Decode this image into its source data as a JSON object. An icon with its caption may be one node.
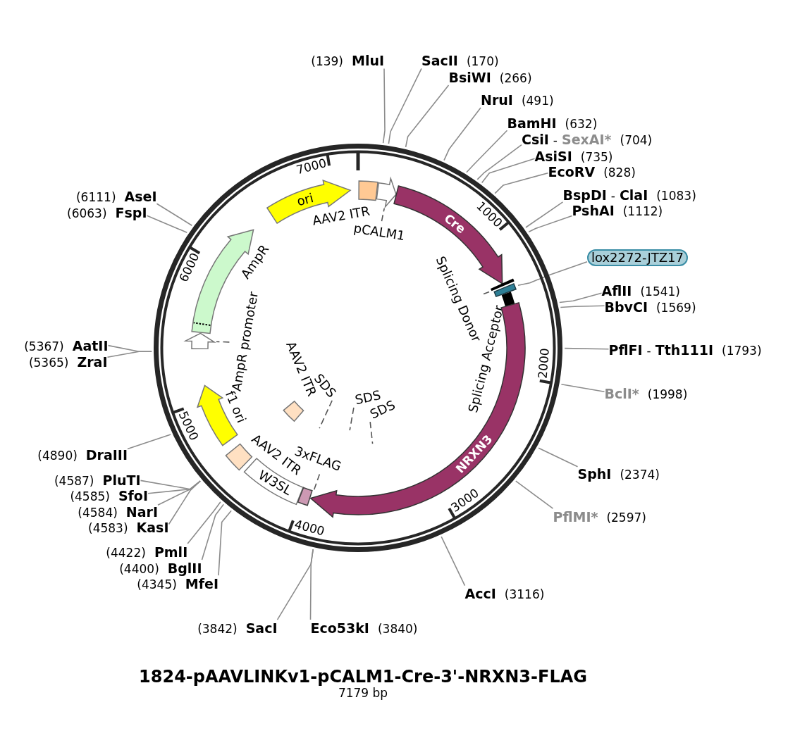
{
  "diagram": {
    "title": "1824-pAAVLINKv1-pCALM1-Cre-3'-NRXN3-FLAG",
    "caption": "7179 bp",
    "nodes": [
      {
        "text": [
          "(139)",
          "MluI"
        ]
      },
      {
        "text": [
          "SacII",
          "(170)"
        ]
      },
      {
        "text": [
          "BsiWI",
          "(266)"
        ]
      },
      {
        "text": [
          "NruI",
          "(491)"
        ]
      },
      {
        "text": [
          "BamHI",
          "(632)"
        ]
      },
      {
        "text": [
          "CsiI",
          "-",
          "SexAI*",
          "(704)"
        ]
      },
      {
        "text": [
          "AsiSI",
          "(735)"
        ]
      },
      {
        "text": [
          "EcoRV",
          "(828)"
        ]
      },
      {
        "text": [
          "BspDI",
          "-",
          "ClaI",
          "(1083)"
        ]
      },
      {
        "text": [
          "PshAI",
          "(1112)"
        ]
      },
      {
        "text": [
          "(6111)",
          "AseI"
        ]
      },
      {
        "text": [
          "(6063)",
          "FspI"
        ]
      },
      {
        "text": [
          "lox2272-JTZ17"
        ]
      },
      {
        "text": [
          "AflII",
          "(1541)"
        ]
      },
      {
        "text": [
          "BbvCI",
          "(1569)"
        ]
      },
      {
        "text": [
          "(5367)",
          "AatII"
        ]
      },
      {
        "text": [
          "PflFI",
          "-",
          "Tth111I",
          "(1793)"
        ]
      },
      {
        "text": [
          "(5365)",
          "ZraI"
        ]
      },
      {
        "text": [
          "BclI*",
          "(1998)"
        ]
      },
      {
        "text": [
          "(4890)",
          "DraIII"
        ]
      },
      {
        "text": [
          "SphI",
          "(2374)"
        ]
      },
      {
        "text": [
          "(4587)",
          "PluTI"
        ]
      },
      {
        "text": [
          "(4585)",
          "SfoI"
        ]
      },
      {
        "text": [
          "(4584)",
          "NarI"
        ]
      },
      {
        "text": [
          "PflMI*",
          "(2597)"
        ]
      },
      {
        "text": [
          "(4583)",
          "KasI"
        ]
      },
      {
        "text": [
          "(4422)",
          "PmlI"
        ]
      },
      {
        "text": [
          "(4400)",
          "BglII"
        ]
      },
      {
        "text": [
          "(4345)",
          "MfeI"
        ]
      },
      {
        "text": [
          "AccI",
          "(3116)"
        ]
      },
      {
        "text": [
          "(3842)",
          "SacI"
        ]
      },
      {
        "text": [
          "Eco53kI",
          "(3840)"
        ]
      },
      {
        "text": [
          "ori"
        ]
      },
      {
        "text": [
          "AAV2 ITR"
        ]
      },
      {
        "text": [],
        "shape": "arrow"
      },
      {
        "text": [
          "pCALM1"
        ]
      },
      {
        "text": [
          "Cre"
        ]
      },
      {
        "text": [
          "AmpR"
        ]
      },
      {
        "text": [],
        "shape": "bar"
      },
      {
        "text": [],
        "shape": "box"
      },
      {
        "text": [
          "Splicing Donor"
        ]
      },
      {
        "text": [],
        "shape": "bar",
        "beside": [
          "Splicing Acceptor"
        ]
      },
      {
        "text": [],
        "shape": "arrow"
      },
      {
        "text": [
          "AmpR promoter"
        ]
      },
      {
        "text": [
          "AAV2 ITR"
        ]
      },
      {
        "text": [
          "SDS"
        ]
      },
      {
        "text": [
          "SDS"
        ]
      },
      {
        "text": [
          "SDS"
        ]
      },
      {
        "text": [
          "f1 ori"
        ]
      },
      {
        "text": [
          "AAV2 ITR"
        ]
      },
      {
        "text": [
          "NRXN3"
        ]
      },
      {
        "text": [
          "W3SL"
        ]
      },
      {
        "text": [
          "3xFLAG"
        ]
      },
      {
        "text": [],
        "shape": "box"
      }
    ],
    "edges": [
      {
        "from": 0,
        "to": null,
        "arrow": "none"
      },
      {
        "from": 1,
        "to": null,
        "arrow": "none"
      },
      {
        "from": 2,
        "to": null,
        "arrow": "none"
      },
      {
        "from": 3,
        "to": null,
        "arrow": "none"
      },
      {
        "from": 4,
        "to": null,
        "arrow": "none"
      },
      {
        "from": 5,
        "to": null,
        "arrow": "none"
      },
      {
        "from": 6,
        "to": null,
        "arrow": "none"
      },
      {
        "from": 7,
        "to": null,
        "arrow": "none"
      },
      {
        "from": 8,
        "to": null,
        "arrow": "none"
      },
      {
        "from": 9,
        "to": null,
        "arrow": "none"
      },
      {
        "from": 10,
        "to": null,
        "arrow": "none"
      },
      {
        "from": 11,
        "to": null,
        "arrow": "none"
      },
      {
        "from": 12,
        "to": 39,
        "arrow": "none"
      },
      {
        "from": 13,
        "to": null,
        "arrow": "none"
      },
      {
        "from": 14,
        "to": null,
        "arrow": "none"
      },
      {
        "from": 15,
        "to": null,
        "arrow": "none"
      },
      {
        "from": 16,
        "to": null,
        "arrow": "none"
      },
      {
        "from": 17,
        "to": null,
        "arrow": "none"
      },
      {
        "from": 18,
        "to": null,
        "arrow": "none"
      },
      {
        "from": 19,
        "to": null,
        "arrow": "none"
      },
      {
        "from": 20,
        "to": null,
        "arrow": "none"
      },
      {
        "from": 21,
        "to": null,
        "arrow": "none"
      },
      {
        "from": 22,
        "to": null,
        "arrow": "none"
      },
      {
        "from": 23,
        "to": null,
        "arrow": "none"
      },
      {
        "from": 24,
        "to": null,
        "arrow": "none"
      },
      {
        "from": 25,
        "to": null,
        "arrow": "none"
      },
      {
        "from": 26,
        "to": null,
        "arrow": "none"
      },
      {
        "from": 27,
        "to": null,
        "arrow": "none"
      },
      {
        "from": 28,
        "to": null,
        "arrow": "none"
      },
      {
        "from": 29,
        "to": null,
        "arrow": "none"
      },
      {
        "from": 30,
        "to": null,
        "arrow": "none"
      },
      {
        "from": 31,
        "to": null,
        "arrow": "none"
      },
      {
        "from": 35,
        "to": 34,
        "arrow": "none",
        "style": "dashed",
        "color": "#555555"
      },
      {
        "from": 40,
        "to": 38,
        "arrow": "none",
        "style": "dashed",
        "color": "#555555"
      },
      {
        "from": 43,
        "to": 42,
        "arrow": "none",
        "style": "dashed",
        "color": "#555555"
      },
      {
        "from": 45,
        "to": null,
        "arrow": "none",
        "style": "dashed",
        "color": "#555555"
      },
      {
        "from": 46,
        "to": null,
        "arrow": "none",
        "style": "dashed",
        "color": "#555555"
      },
      {
        "from": 47,
        "to": null,
        "arrow": "none",
        "style": "dashed",
        "color": "#555555"
      },
      {
        "from": 52,
        "to": 53,
        "arrow": "none",
        "style": "dashed",
        "color": "#555555"
      }
    ],
    "labels": [
      "7000",
      "1000",
      "6000",
      "2000",
      "5000",
      "3000",
      "4000"
    ]
  }
}
